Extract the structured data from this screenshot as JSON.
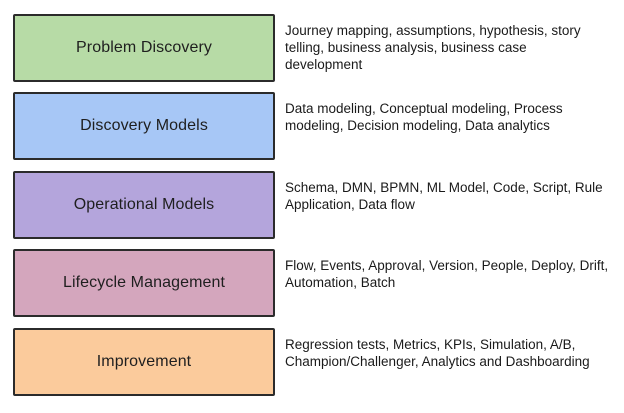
{
  "layers": [
    {
      "title": "Problem Discovery",
      "color": "#b7dba6",
      "description_lines": [
        "Journey mapping, assumptions, hypothesis, story",
        "telling, business analysis, business case",
        "development"
      ]
    },
    {
      "title": "Discovery Models",
      "color": "#a7c7f6",
      "description_lines": [
        "Data modeling, Conceptual modeling, Process",
        "modeling, Decision modeling, Data analytics"
      ]
    },
    {
      "title": "Operational Models",
      "color": "#b4a5dc",
      "description_lines": [
        "Schema, DMN, BPMN, ML Model, Code, Script, Rule",
        "Application, Data flow"
      ]
    },
    {
      "title": "Lifecycle Management",
      "color": "#d4a6bd",
      "description_lines": [
        "Flow, Events, Approval, Version, People, Deploy, Drift,",
        "Automation, Batch"
      ]
    },
    {
      "title": "Improvement",
      "color": "#fbcb9c",
      "description_lines": [
        "Regression tests, Metrics, KPIs, Simulation, A/B,",
        "Champion/Challenger, Analytics and Dashboarding"
      ]
    }
  ]
}
